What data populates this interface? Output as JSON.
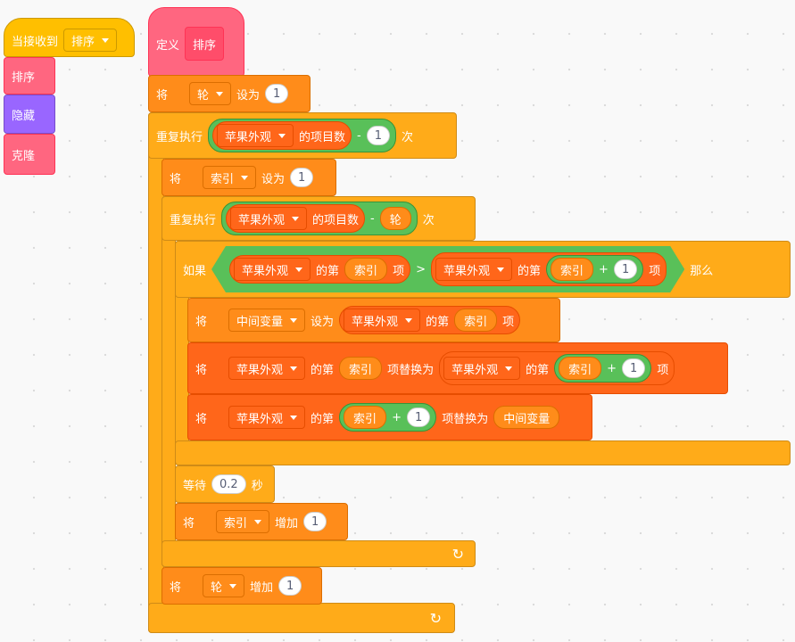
{
  "palette": {
    "events": "#ffbf00",
    "control": "#ffab19",
    "variables": "#ff8c1a",
    "lists": "#ff661a",
    "operators": "#59c059",
    "myblocks": "#ff6680",
    "looks": "#9966ff"
  },
  "side": {
    "when_receive": "当接收到",
    "when_receive_msg": "排序",
    "sort_block": "排序",
    "hide_block": "隐藏",
    "clone_block": "克隆"
  },
  "define": {
    "label": "定义",
    "proc": "排序"
  },
  "b1": {
    "set": "将",
    "var": "轮",
    "to": "设为",
    "val": "1"
  },
  "r1": {
    "repeat": "重复执行",
    "list": "苹果外观",
    "count": "的项目数",
    "minus": "-",
    "val": "1",
    "times": "次"
  },
  "b2": {
    "set": "将",
    "var": "索引",
    "to": "设为",
    "val": "1"
  },
  "r2": {
    "repeat": "重复执行",
    "list": "苹果外观",
    "count": "的项目数",
    "minus": "-",
    "rep": "轮",
    "times": "次"
  },
  "if": {
    "if": "如果",
    "list1": "苹果外观",
    "of1": "的第",
    "idx1": "索引",
    "item1": "项",
    "gt": ">",
    "list2": "苹果外观",
    "of2": "的第",
    "idx2": "索引",
    "plus": "+",
    "val": "1",
    "item2": "项",
    "then": "那么"
  },
  "b3": {
    "set": "将",
    "var": "中间变量",
    "to": "设为",
    "list": "苹果外观",
    "of": "的第",
    "idx": "索引",
    "item": "项"
  },
  "b4": {
    "set": "将",
    "list": "苹果外观",
    "of": "的第",
    "idx": "索引",
    "replace": "项替换为",
    "list2": "苹果外观",
    "of2": "的第",
    "idx2": "索引",
    "plus": "+",
    "val": "1",
    "item2": "项"
  },
  "b5": {
    "set": "将",
    "list": "苹果外观",
    "of": "的第",
    "idx": "索引",
    "plus": "+",
    "val": "1",
    "replace": "项替换为",
    "rep": "中间变量"
  },
  "wait": {
    "label": "等待",
    "val": "0.2",
    "unit": "秒"
  },
  "b6": {
    "set": "将",
    "var": "索引",
    "inc": "增加",
    "val": "1"
  },
  "b7": {
    "set": "将",
    "var": "轮",
    "inc": "增加",
    "val": "1"
  },
  "loop_icon": "↻"
}
